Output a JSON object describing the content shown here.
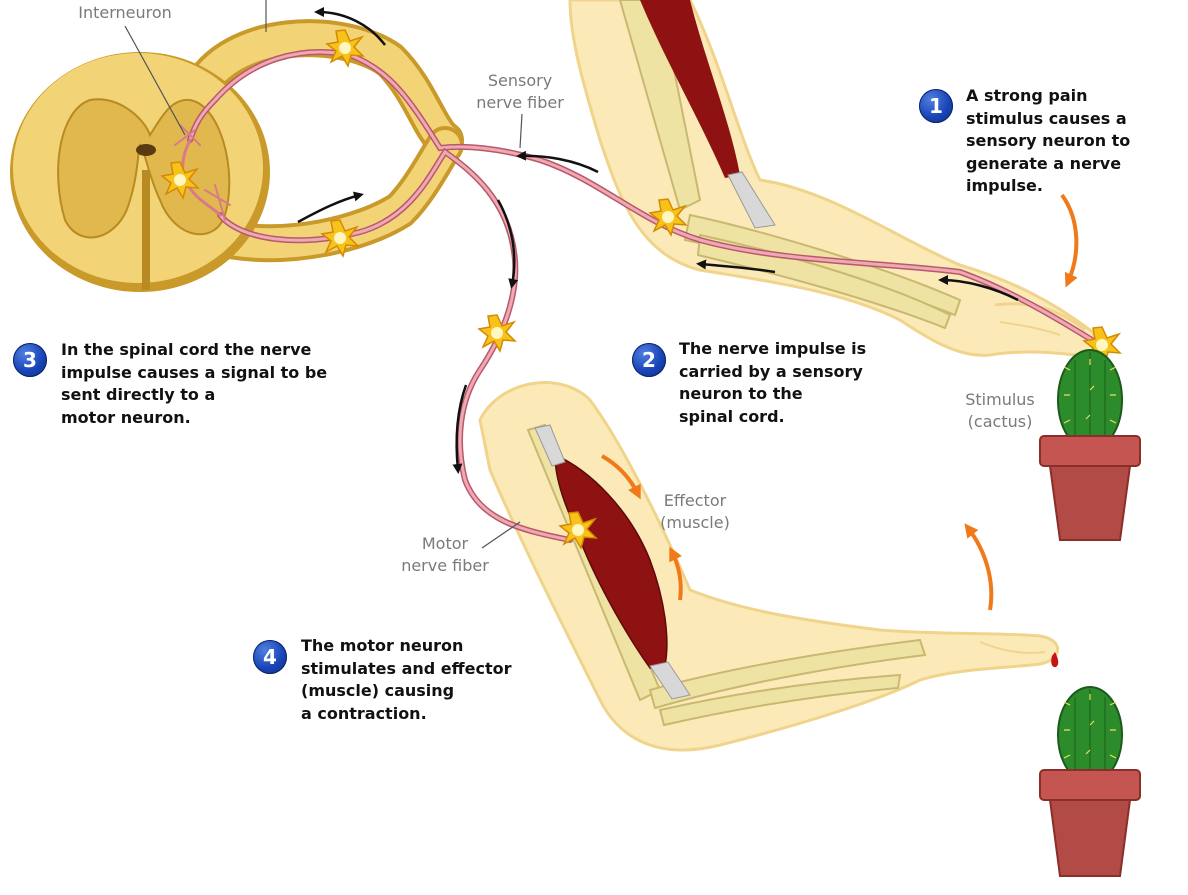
{
  "labels": {
    "interneuron": "Interneuron",
    "sensory_fiber": [
      "Sensory",
      "nerve fiber"
    ],
    "motor_fiber": [
      "Motor",
      "nerve fiber"
    ],
    "effector": [
      "Effector",
      "(muscle)"
    ],
    "stimulus": [
      "Stimulus",
      "(cactus)"
    ]
  },
  "steps": [
    {
      "number": "1",
      "lines": [
        "A strong pain",
        "stimulus causes a",
        "sensory neuron to",
        "generate a nerve",
        "impulse."
      ]
    },
    {
      "number": "2",
      "lines": [
        "The nerve impulse is",
        "carried by a sensory",
        "neuron to the",
        "spinal cord."
      ]
    },
    {
      "number": "3",
      "lines": [
        "In the spinal cord the nerve",
        "impulse causes a signal to be",
        "sent directly to a",
        "motor neuron."
      ]
    },
    {
      "number": "4",
      "lines": [
        "The motor neuron",
        "stimulates and effector",
        "(muscle) causing",
        "a contraction."
      ]
    }
  ],
  "colors": {
    "cord": "#f2d477",
    "cord_edge": "#c99a2a",
    "grey_matter": "#e0b84e",
    "skin": "#fbeab8",
    "bone": "#efe3a4",
    "muscle": "#8e1212",
    "nerve": "#d97a8a",
    "arrow": "#f07a1a",
    "badge": "#1a45b8",
    "cactus": "#2c8c2c",
    "pot": "#b24a45"
  }
}
